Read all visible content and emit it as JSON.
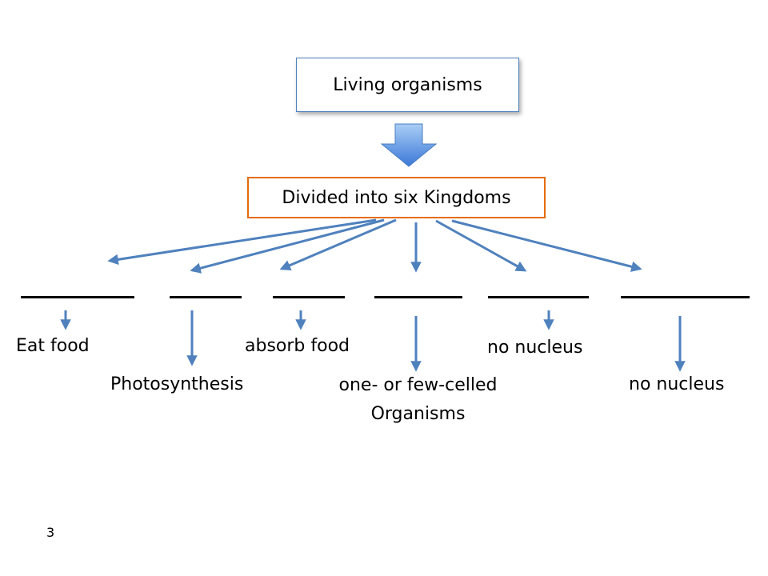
{
  "diagram": {
    "root": "Living organisms",
    "split": "Divided into six Kingdoms",
    "kingdoms": [
      {
        "blank": "__________",
        "trait": "Eat food"
      },
      {
        "blank": "______",
        "trait": "Photosynthesis"
      },
      {
        "blank": "______",
        "trait": "absorb food"
      },
      {
        "blank": "________",
        "trait": "one- or few-celled Organisms"
      },
      {
        "blank": "_________",
        "trait": "no nucleus"
      },
      {
        "blank": "___________",
        "trait": "no nucleus"
      }
    ]
  },
  "page_number": "3",
  "colors": {
    "arrow": "#4f81bd",
    "root_border": "#4f81bd",
    "split_border": "#e46c0a",
    "big_arrow_top": "#9cc3f0",
    "big_arrow_bottom": "#3c78d8"
  }
}
